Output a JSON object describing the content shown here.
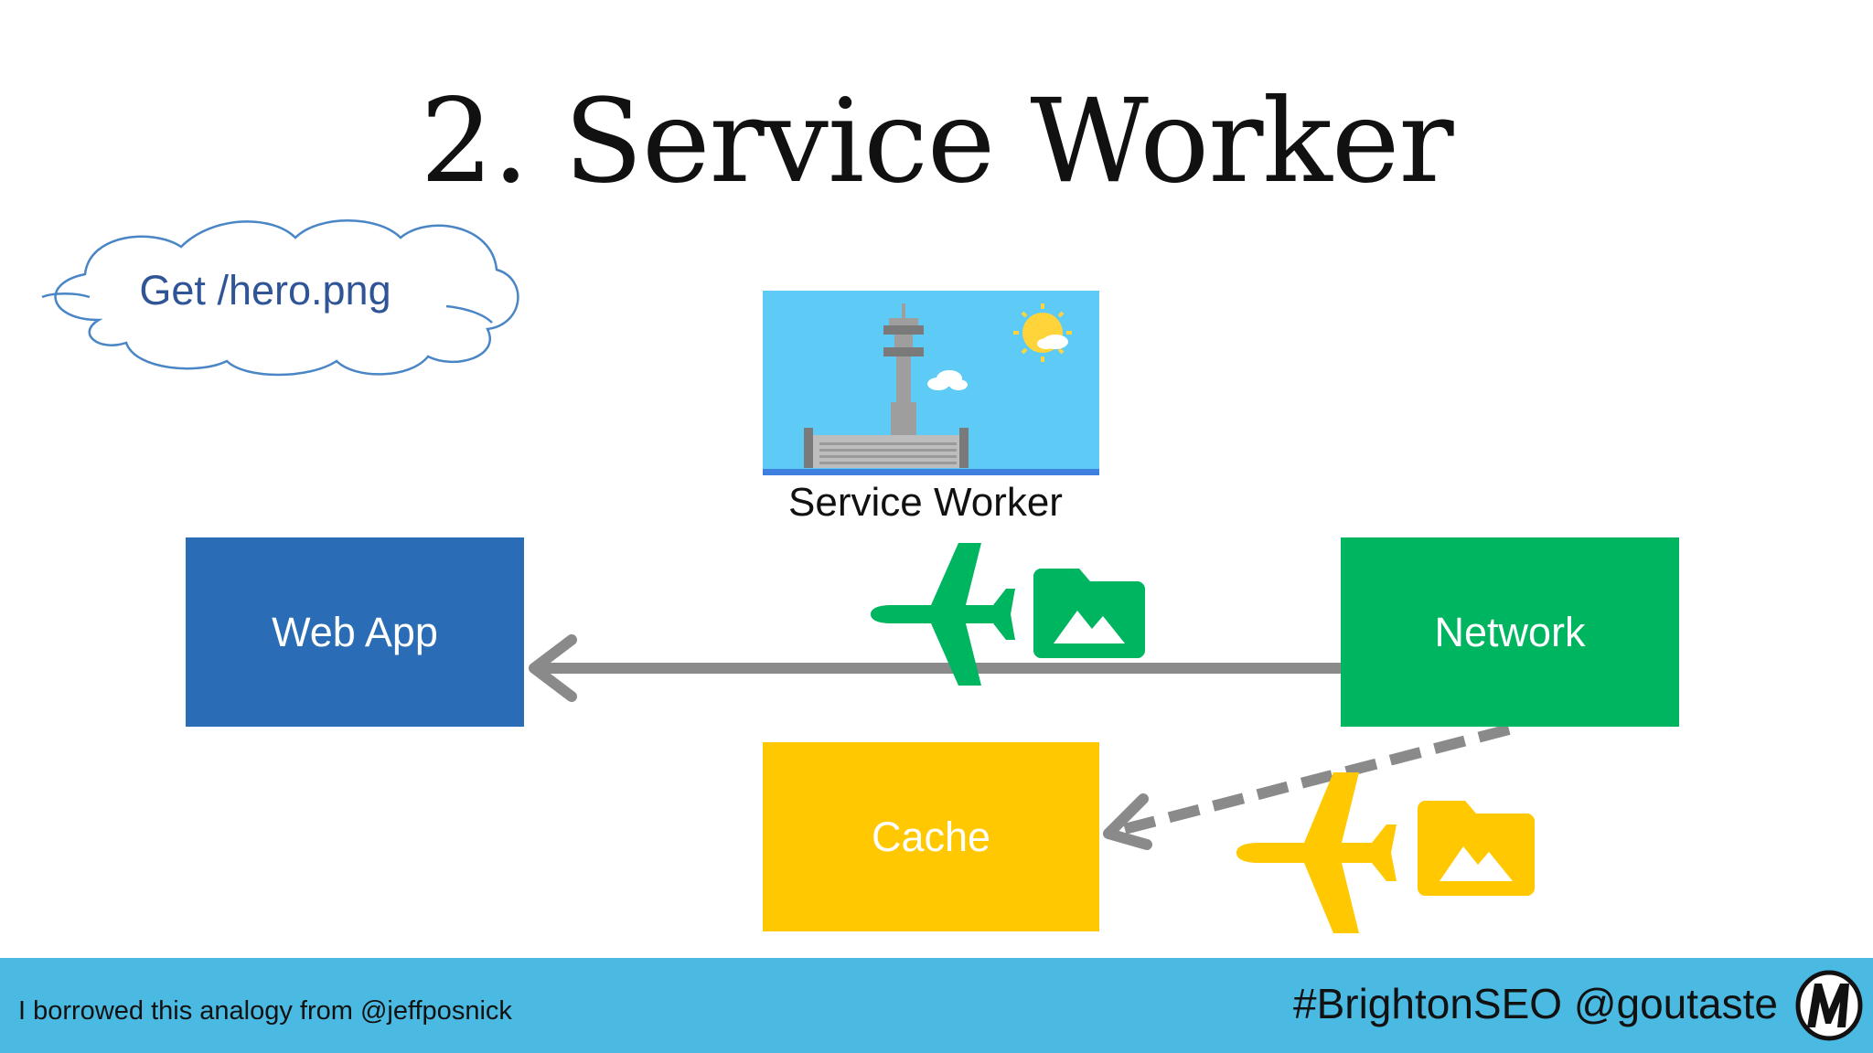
{
  "slide": {
    "title": "2. Service Worker"
  },
  "callout": {
    "text": "Get /hero.png"
  },
  "service_worker": {
    "label": "Service Worker",
    "icon": "control-tower-icon"
  },
  "nodes": {
    "web_app": "Web App",
    "network": "Network",
    "cache": "Cache"
  },
  "footer": {
    "credit": "I borrowed this analogy from @jeffposnick",
    "hashtag": "#BrightonSEO @goutaste",
    "logo_icon": "m-logo-icon"
  },
  "colors": {
    "web_app": "#2a6cb5",
    "network": "#00b560",
    "cache": "#ffc800",
    "footer": "#4bbae2",
    "arrow": "#8a8a8a",
    "callout_text": "#2f5597"
  },
  "icons": {
    "network_to_webapp": [
      "airplane-icon",
      "image-folder-icon"
    ],
    "network_to_cache": [
      "airplane-icon",
      "image-folder-icon"
    ]
  }
}
